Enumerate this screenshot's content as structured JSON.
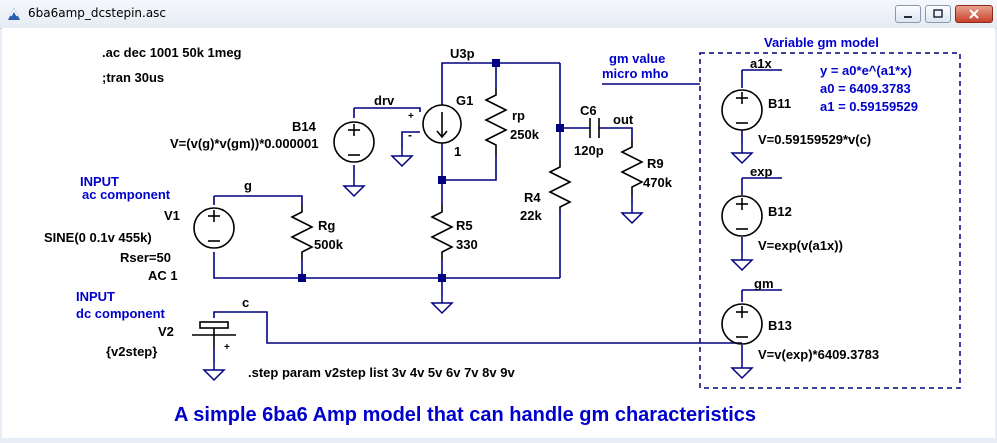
{
  "window": {
    "title": "6ba6amp_dcstepin.asc"
  },
  "directives": {
    "ac": ".ac dec 1001 50k 1meg",
    "tran": ";tran 30us",
    "step": ".step param v2step list 3v 4v 5v 6v 7v 8v 9v"
  },
  "labels": {
    "input_ac_1": "INPUT",
    "input_ac_2": "ac component",
    "input_dc_1": "INPUT",
    "input_dc_2": "dc component",
    "gm_value_1": "gm value",
    "gm_value_2": "micro mho",
    "model_title": "Variable gm model",
    "eq1": "y = a0*e^(a1*x)",
    "eq2": "a0 = 6409.3783",
    "eq3": "a1 = 0.59159529",
    "footer": "A simple 6ba6 Amp model that can handle gm characteristics"
  },
  "nets": {
    "drv": "drv",
    "u3p": "U3p",
    "g": "g",
    "c": "c",
    "out": "out",
    "a1x": "a1x",
    "exp": "exp",
    "gm": "gm"
  },
  "components": {
    "B14": {
      "name": "B14",
      "value": "V=(v(g)*v(gm))*0.000001"
    },
    "G1": {
      "name": "G1",
      "value": "1"
    },
    "rp": {
      "name": "rp",
      "value": "250k"
    },
    "C6": {
      "name": "C6",
      "value": "120p"
    },
    "R9": {
      "name": "R9",
      "value": "470k"
    },
    "R4": {
      "name": "R4",
      "value": "22k"
    },
    "R5": {
      "name": "R5",
      "value": "330"
    },
    "Rg": {
      "name": "Rg",
      "value": "500k"
    },
    "V1": {
      "name": "V1",
      "value": "SINE(0 0.1v 455k)",
      "rser": "Rser=50",
      "ac": "AC 1"
    },
    "V2": {
      "name": "V2",
      "value": "{v2step}"
    },
    "B11": {
      "name": "B11",
      "value": "V=0.59159529*v(c)"
    },
    "B12": {
      "name": "B12",
      "value": "V=exp(v(a1x))"
    },
    "B13": {
      "name": "B13",
      "value": "V=v(exp)*6409.3783"
    }
  },
  "colors": {
    "wire": "#000080",
    "comment": "#000000",
    "label": "#0000cc",
    "component": "#000000"
  },
  "icons": {
    "minimize": "minimize-icon",
    "maximize": "maximize-icon",
    "close": "close-icon"
  }
}
